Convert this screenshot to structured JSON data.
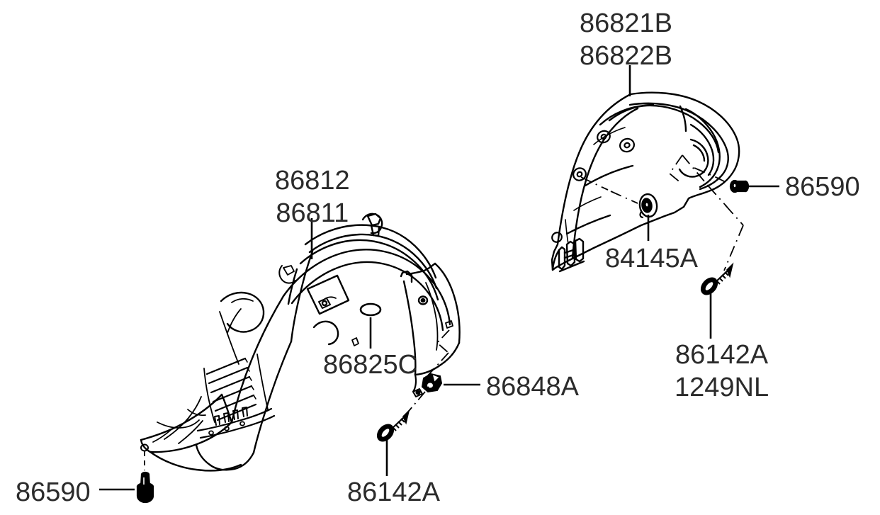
{
  "diagram": {
    "title": "Wheel Guard Parts Exploded Diagram",
    "background_color": "#ffffff",
    "line_color": "#000000",
    "text_color": "#2b2b2b"
  },
  "labels": {
    "rear_guard_upper": "86821B",
    "rear_guard_lower": "86822B",
    "front_guard_upper": "86812",
    "front_guard_lower": "86811",
    "rear_grommet_right": "86590",
    "rear_plug": "84145A",
    "rear_screw_upper": "86142A",
    "rear_screw_lower": "1249NL",
    "front_oval_plug": "86825C",
    "front_clip": "86848A",
    "front_screw": "86142A",
    "front_grommet": "86590"
  },
  "parts": [
    {
      "number": "86821B",
      "name": "rear-wheel-guard-rh",
      "group": "rear"
    },
    {
      "number": "86822B",
      "name": "rear-wheel-guard-lh",
      "group": "rear"
    },
    {
      "number": "86590",
      "name": "grommet-rear",
      "group": "rear"
    },
    {
      "number": "84145A",
      "name": "plug-rear",
      "group": "rear"
    },
    {
      "number": "86142A",
      "name": "screw-rear",
      "group": "rear"
    },
    {
      "number": "1249NL",
      "name": "screw-alt-rear",
      "group": "rear"
    },
    {
      "number": "86812",
      "name": "front-wheel-guard-rh",
      "group": "front"
    },
    {
      "number": "86811",
      "name": "front-wheel-guard-lh",
      "group": "front"
    },
    {
      "number": "86825C",
      "name": "oval-plug-front",
      "group": "front"
    },
    {
      "number": "86848A",
      "name": "clip-front",
      "group": "front"
    },
    {
      "number": "86142A",
      "name": "screw-front",
      "group": "front"
    },
    {
      "number": "86590",
      "name": "grommet-front",
      "group": "front"
    }
  ]
}
